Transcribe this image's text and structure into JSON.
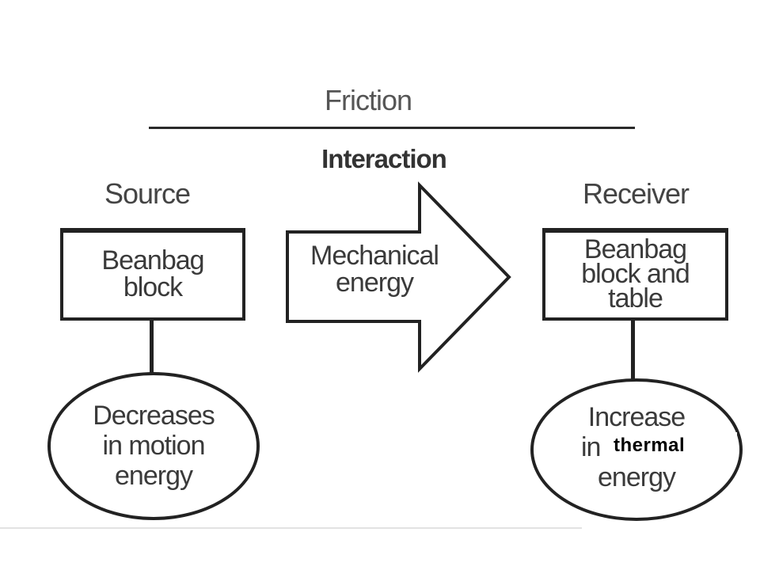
{
  "diagram": {
    "title": "Friction",
    "subtitle": "Interaction",
    "source": {
      "label": "Source",
      "box_lines": [
        "Beanbag",
        "block"
      ],
      "effect_lines": [
        "Decreases",
        "in motion",
        "energy"
      ]
    },
    "transfer": {
      "lines": [
        "Mechanical",
        "energy"
      ]
    },
    "receiver": {
      "label": "Receiver",
      "box_lines": [
        "Beanbag",
        "block and",
        "table"
      ],
      "effect_lines": [
        "Increase",
        "in",
        "energy"
      ],
      "overlay_word": "thermal"
    }
  }
}
